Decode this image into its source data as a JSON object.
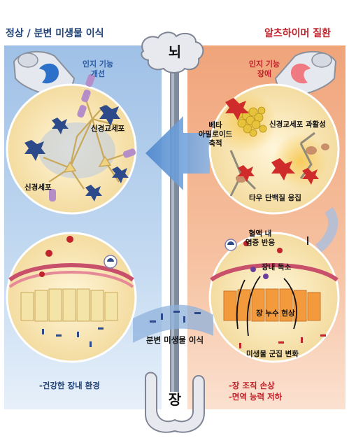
{
  "header": {
    "left_title": "정상 / 분변 미생물 이식",
    "right_title": "알츠하이머 질환"
  },
  "organs": {
    "brain": "뇌",
    "gut": "장"
  },
  "normal_brain": {
    "status_line1": "인지 기능",
    "status_line2": "개선",
    "glia_label": "신경교세포",
    "neuron_label": "신경세포"
  },
  "ad_brain": {
    "status_line1": "인지 기능",
    "status_line2": "장애",
    "amyloid_line1": "베타",
    "amyloid_line2": "아밀로이드",
    "amyloid_line3": "축적",
    "glia_label": "신경교세포 과활성",
    "tau_label": "타우 단백질 응집"
  },
  "ad_gut": {
    "inflammation_line1": "혈액 내",
    "inflammation_line2": "염증 반응",
    "toxin_label": "장내 독소",
    "leaky_label": "장 누수 현상",
    "microbiome_label": "미생물 군집 변화"
  },
  "fmt_label": "분변 미생물 이식",
  "bottom": {
    "left": "-건강한 장내 환경",
    "right_line1": "-장 조직 손상",
    "right_line2": "-면역 능력 저하"
  },
  "colors": {
    "left_panel": "#a9c8ea",
    "right_panel": "#f2a77d",
    "circle_fill": "#fbe9bb",
    "blood_vessel": "#c9506a",
    "amyloid": "#e6c33a",
    "glia_normal": "#2d4a8a",
    "glia_active": "#cf2b2b"
  }
}
